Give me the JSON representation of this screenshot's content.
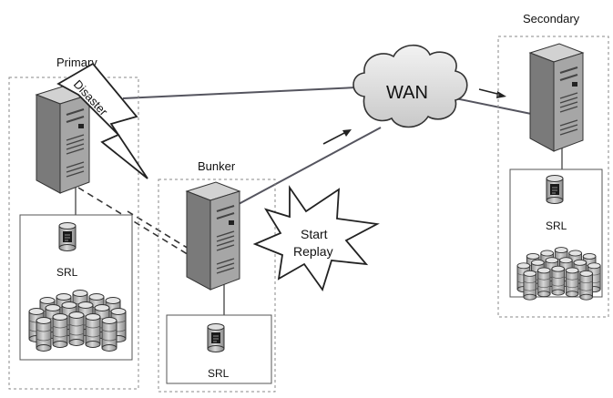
{
  "labels": {
    "primary": "Primary",
    "secondary": "Secondary",
    "bunker": "Bunker",
    "wan": "WAN",
    "disaster": "Disaster",
    "start_replay_line1": "Start",
    "start_replay_line2": "Replay",
    "srl_primary": "SRL",
    "srl_bunker": "SRL",
    "srl_secondary": "SRL"
  },
  "colors": {
    "line": "#55555f",
    "dash_border": "#8a8a8a",
    "server_front": "#a9a9a9",
    "server_side": "#7f7f7f",
    "server_top": "#d4d4d4",
    "cloud_fill": "#dedede",
    "star_fill": "#ffffff"
  },
  "icons": {
    "server": "server-tower-icon",
    "cloud": "cloud-icon",
    "disk": "database-cylinder-icon",
    "disk_array": "disk-array-icon",
    "lightning": "lightning-bolt-icon",
    "burst": "starburst-icon",
    "arrow": "arrow-icon"
  }
}
